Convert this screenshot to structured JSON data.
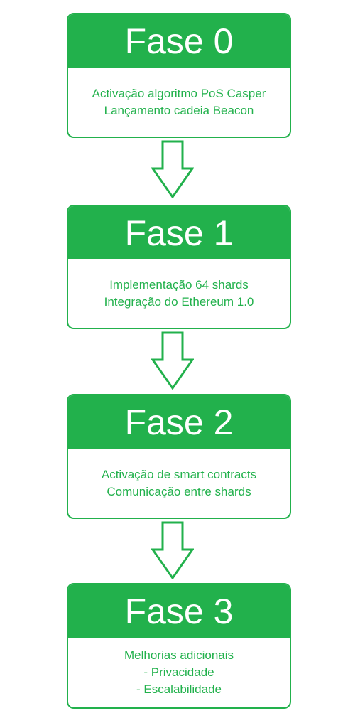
{
  "colors": {
    "accent": "#22b14c",
    "header_text": "#ffffff",
    "background": "#ffffff"
  },
  "phases": [
    {
      "title": "Fase 0",
      "lines": [
        "Activação algoritmo PoS Casper",
        "Lançamento cadeia Beacon"
      ]
    },
    {
      "title": "Fase 1",
      "lines": [
        "Implementação 64 shards",
        "Integração do Ethereum 1.0"
      ]
    },
    {
      "title": "Fase 2",
      "lines": [
        "Activação de smart contracts",
        "Comunicação entre shards"
      ]
    },
    {
      "title": "Fase 3",
      "lines": [
        "Melhorias adicionais",
        "- Privacidade",
        "- Escalabilidade"
      ]
    }
  ]
}
